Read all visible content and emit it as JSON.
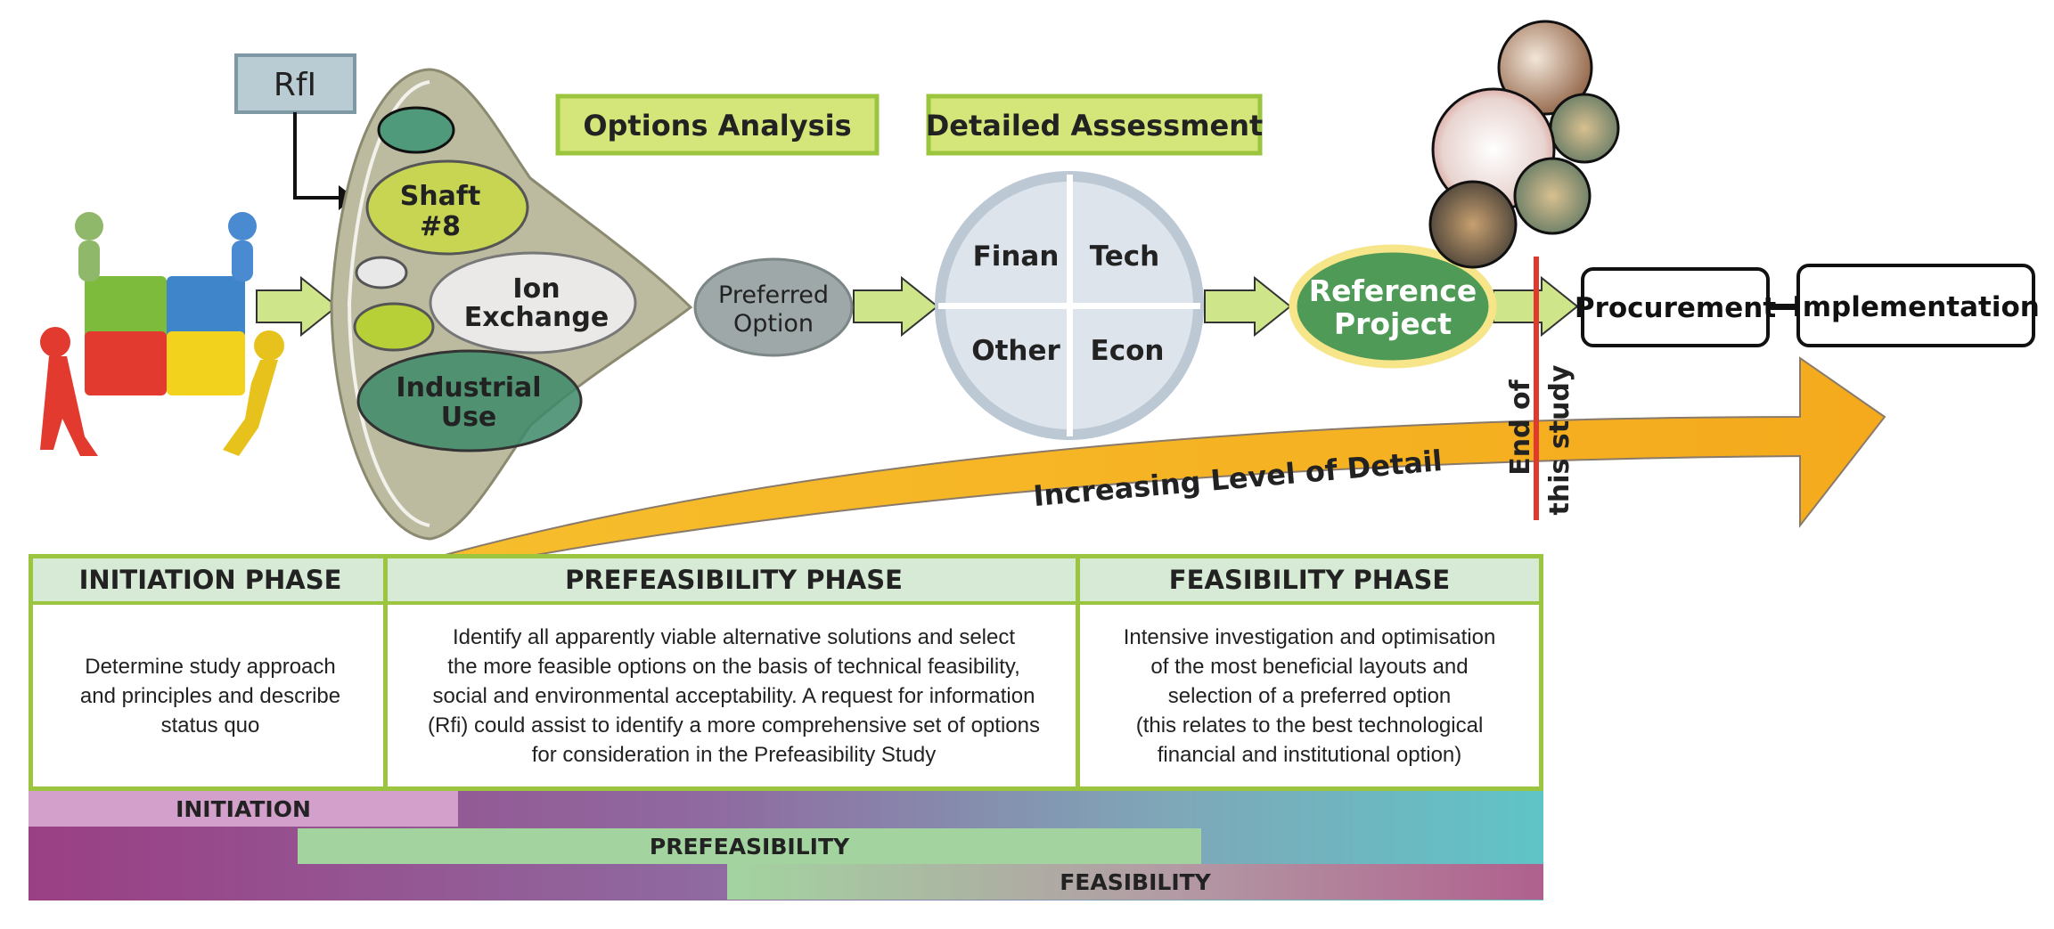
{
  "rfi_label": "RfI",
  "funnel_items": {
    "shaft_line1": "Shaft",
    "shaft_line2": "#8",
    "ion_line1": "Ion",
    "ion_line2": "Exchange",
    "industrial_line1": "Industrial",
    "industrial_line2": "Use"
  },
  "options_analysis": "Options Analysis",
  "detailed_assessment": "Detailed Assessment",
  "preferred_option_line1": "Preferred",
  "preferred_option_line2": "Option",
  "assessment_quadrants": {
    "finan": "Finan",
    "tech": "Tech",
    "other": "Other",
    "econ": "Econ"
  },
  "reference_project_line1": "Reference",
  "reference_project_line2": "Project",
  "procurement": "Procurement",
  "implementation": "Implementation",
  "end_of_study_line1": "End of",
  "end_of_study_line2": "this study",
  "increasing_detail": "Increasing Level of Detail",
  "phases": {
    "initiation": {
      "title": "INITIATION PHASE",
      "lines": [
        "Determine study approach",
        "and principles and describe",
        "status quo"
      ]
    },
    "prefeasibility": {
      "title": "PREFEASIBILITY PHASE",
      "lines": [
        "Identify all apparently viable alternative solutions and select",
        "the more feasible options on the basis of technical feasibility,",
        "social and environmental acceptability. A request for information",
        "(Rfi) could assist to identify a more comprehensive set of options",
        "for consideration in the Prefeasibility Study"
      ]
    },
    "feasibility": {
      "title": "FEASIBILITY PHASE",
      "lines": [
        "Intensive investigation and optimisation",
        "of the most beneficial layouts and",
        "selection of a preferred option",
        "(this relates to the best technological",
        "financial and institutional option)"
      ]
    }
  },
  "timeline": {
    "initiation": "INITIATION",
    "prefeasibility": "PREFEASIBILITY",
    "feasibility": "FEASIBILITY"
  },
  "colors": {
    "green_box": "#d4e67a",
    "green_border": "#9cc53f",
    "funnel": "#bcbba0",
    "arrow_green": "#cfe58a",
    "orange_arrow": "#f7b52a",
    "red_line": "#e03a2c",
    "reference_green": "#4e9a56"
  }
}
